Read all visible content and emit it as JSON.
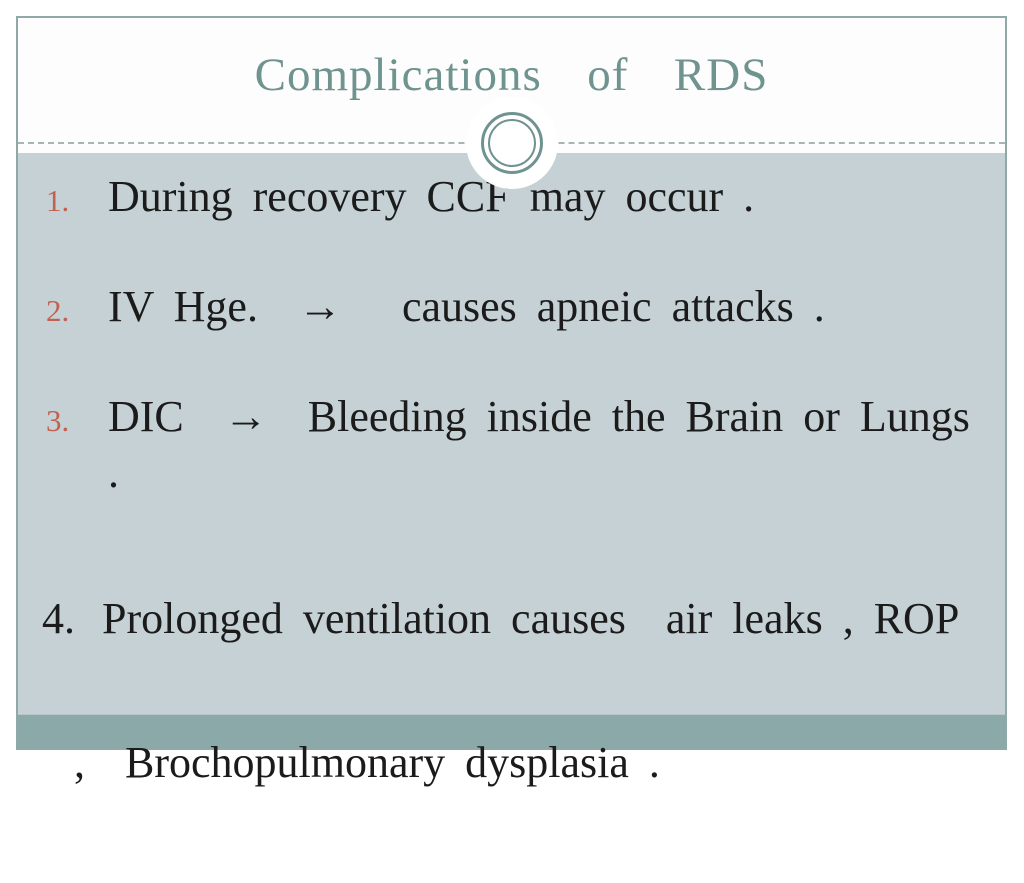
{
  "title": "Complications  of  RDS",
  "list": {
    "items": [
      {
        "number": "1.",
        "text": "During recovery CCF may occur ."
      },
      {
        "number": "2.",
        "text": "IV Hge.  →   causes apneic attacks ."
      },
      {
        "number": "3.",
        "text": "DIC  →  Bleeding inside the Brain or Lungs ."
      }
    ],
    "item4": {
      "number": "4.",
      "line1": "Prolonged ventilation causes  air leaks , ROP",
      "line2": ",  Brochopulmonary dysplasia ."
    }
  },
  "colors": {
    "title_fg": "#6f938f",
    "ring_color": "#6f938f",
    "dash_color": "#a3b7b4",
    "border_color": "#90a9a6",
    "body_bg": "#c5d1d5",
    "footer_bg": "#8aa9a8",
    "accent_number": "#c26150",
    "text_fg": "#1b1b1b"
  }
}
